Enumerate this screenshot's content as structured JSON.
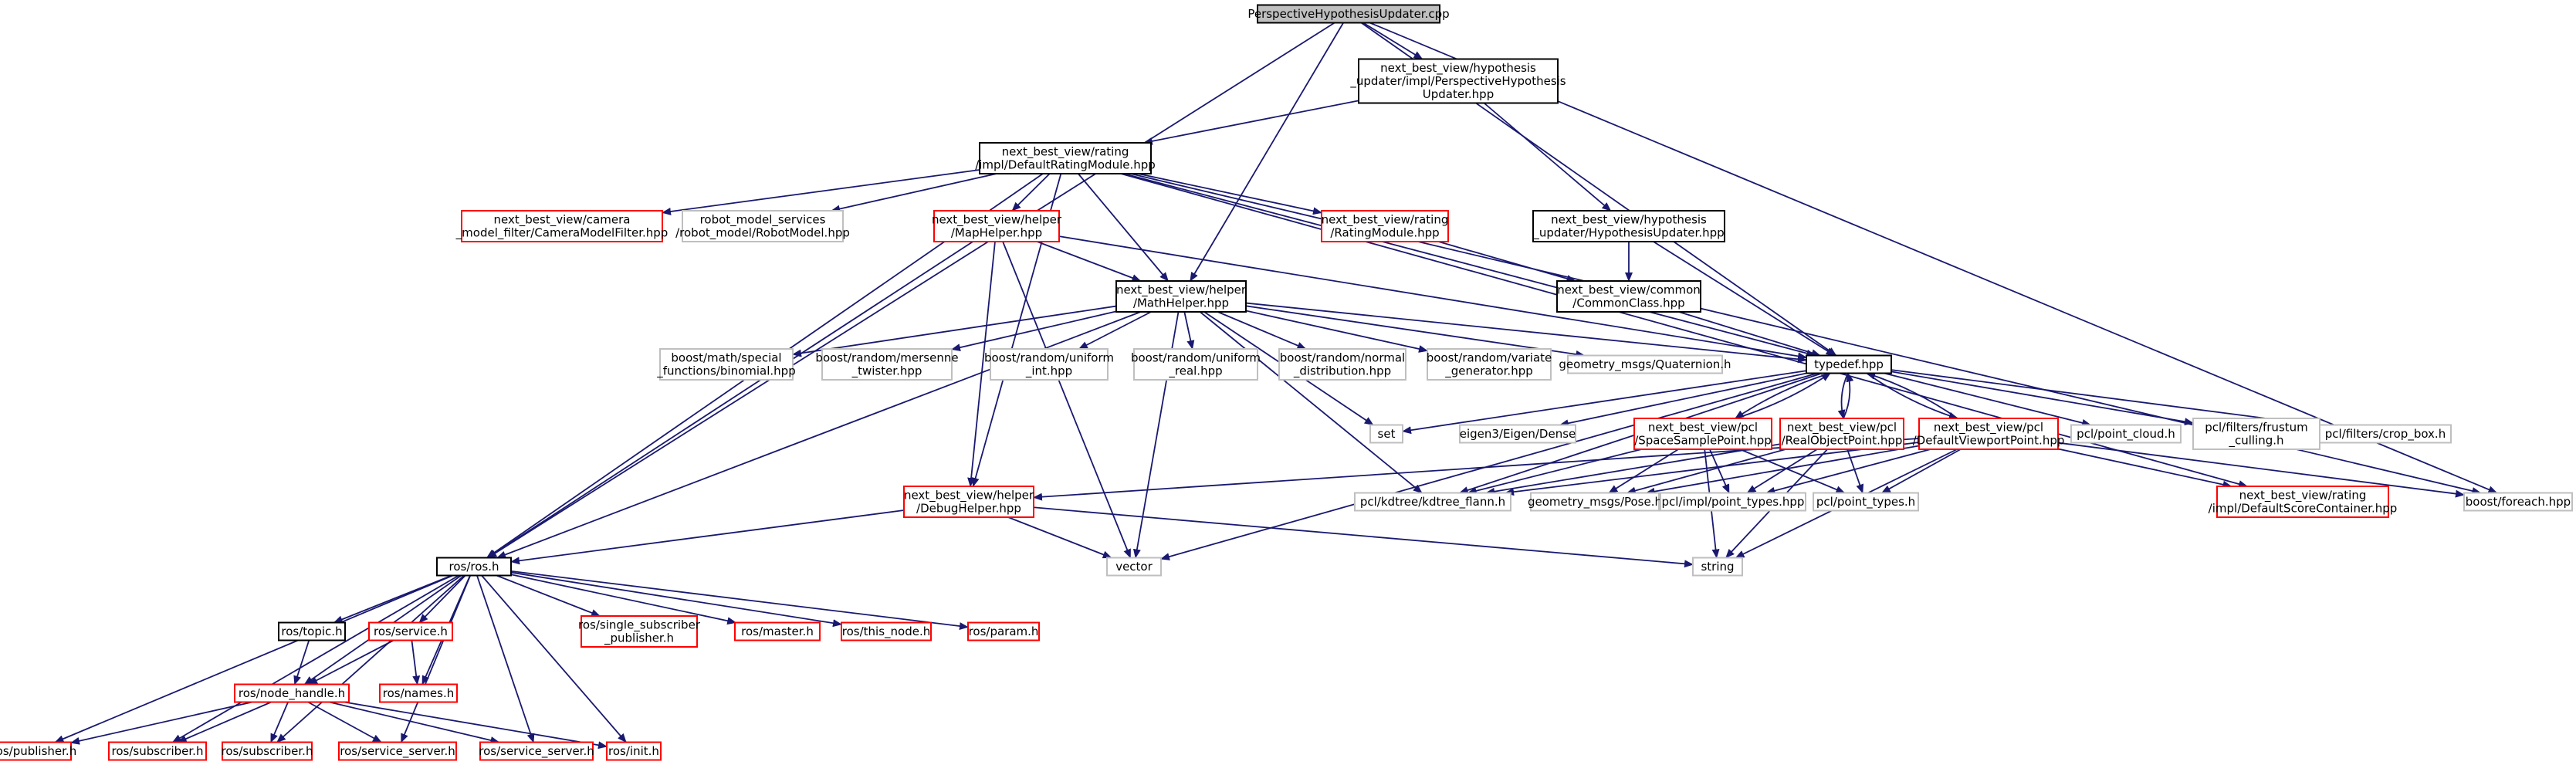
{
  "title": "PerspectiveHypothesisUpdater.cpp",
  "colors": {
    "root_fill": "#bfbfbf",
    "root_border": "#000000",
    "local_border": "#000000",
    "red_border": "#ff0000",
    "system_border": "#bfbfbf",
    "edge": "#191970",
    "text": "#000000"
  },
  "nodes": [
    {
      "id": "root",
      "kind": "root",
      "lines": [
        "PerspectiveHypothesisUpdater.cpp"
      ]
    },
    {
      "id": "phu_impl",
      "kind": "local",
      "lines": [
        "next_best_view/hypothesis",
        "_updater/impl/PerspectiveHypothesis",
        "Updater.hpp"
      ]
    },
    {
      "id": "drm_impl",
      "kind": "local",
      "lines": [
        "next_best_view/rating",
        "/impl/DefaultRatingModule.hpp"
      ]
    },
    {
      "id": "hyp_upd",
      "kind": "local",
      "lines": [
        "next_best_view/hypothesis",
        "_updater/HypothesisUpdater.hpp"
      ]
    },
    {
      "id": "cam_filter",
      "kind": "red",
      "lines": [
        "next_best_view/camera",
        "_model_filter/CameraModelFilter.hpp"
      ]
    },
    {
      "id": "robot_model",
      "kind": "system",
      "lines": [
        "robot_model_services",
        "/robot_model/RobotModel.hpp"
      ]
    },
    {
      "id": "map_helper",
      "kind": "red",
      "lines": [
        "next_best_view/helper",
        "/MapHelper.hpp"
      ]
    },
    {
      "id": "rating_module",
      "kind": "red",
      "lines": [
        "next_best_view/rating",
        "/RatingModule.hpp"
      ]
    },
    {
      "id": "common_class",
      "kind": "local",
      "lines": [
        "next_best_view/common",
        "/CommonClass.hpp"
      ]
    },
    {
      "id": "math_helper",
      "kind": "local",
      "lines": [
        "next_best_view/helper",
        "/MathHelper.hpp"
      ]
    },
    {
      "id": "typedef",
      "kind": "local",
      "lines": [
        "typedef.hpp"
      ]
    },
    {
      "id": "binomial",
      "kind": "system",
      "lines": [
        "boost/math/special",
        "_functions/binomial.hpp"
      ]
    },
    {
      "id": "mersenne",
      "kind": "system",
      "lines": [
        "boost/random/mersenne",
        "_twister.hpp"
      ]
    },
    {
      "id": "uniform_int",
      "kind": "system",
      "lines": [
        "boost/random/uniform",
        "_int.hpp"
      ]
    },
    {
      "id": "uniform_real",
      "kind": "system",
      "lines": [
        "boost/random/uniform",
        "_real.hpp"
      ]
    },
    {
      "id": "normal_dist",
      "kind": "system",
      "lines": [
        "boost/random/normal",
        "_distribution.hpp"
      ]
    },
    {
      "id": "variate_gen",
      "kind": "system",
      "lines": [
        "boost/random/variate",
        "_generator.hpp"
      ]
    },
    {
      "id": "quaternion",
      "kind": "system",
      "lines": [
        "geometry_msgs/Quaternion.h"
      ]
    },
    {
      "id": "set",
      "kind": "system",
      "lines": [
        "set"
      ]
    },
    {
      "id": "eigen",
      "kind": "system",
      "lines": [
        "eigen3/Eigen/Dense"
      ]
    },
    {
      "id": "space_sample",
      "kind": "red",
      "lines": [
        "next_best_view/pcl",
        "/SpaceSamplePoint.hpp"
      ]
    },
    {
      "id": "real_object",
      "kind": "red",
      "lines": [
        "next_best_view/pcl",
        "/RealObjectPoint.hpp"
      ]
    },
    {
      "id": "default_viewport",
      "kind": "red",
      "lines": [
        "next_best_view/pcl",
        "/DefaultViewportPoint.hpp"
      ]
    },
    {
      "id": "point_cloud",
      "kind": "system",
      "lines": [
        "pcl/point_cloud.h"
      ]
    },
    {
      "id": "frustum",
      "kind": "system",
      "lines": [
        "pcl/filters/frustum",
        "_culling.h"
      ]
    },
    {
      "id": "crop_box",
      "kind": "system",
      "lines": [
        "pcl/filters/crop_box.h"
      ]
    },
    {
      "id": "debug_helper",
      "kind": "red",
      "lines": [
        "next_best_view/helper",
        "/DebugHelper.hpp"
      ]
    },
    {
      "id": "kdtree",
      "kind": "system",
      "lines": [
        "pcl/kdtree/kdtree_flann.h"
      ]
    },
    {
      "id": "pose",
      "kind": "system",
      "lines": [
        "geometry_msgs/Pose.h"
      ]
    },
    {
      "id": "impl_point_types",
      "kind": "system",
      "lines": [
        "pcl/impl/point_types.hpp"
      ]
    },
    {
      "id": "point_types",
      "kind": "system",
      "lines": [
        "pcl/point_types.h"
      ]
    },
    {
      "id": "default_score",
      "kind": "red",
      "lines": [
        "next_best_view/rating",
        "/impl/DefaultScoreContainer.hpp"
      ]
    },
    {
      "id": "foreach",
      "kind": "system",
      "lines": [
        "boost/foreach.hpp"
      ]
    },
    {
      "id": "vector",
      "kind": "system",
      "lines": [
        "vector"
      ]
    },
    {
      "id": "string",
      "kind": "system",
      "lines": [
        "string"
      ]
    },
    {
      "id": "ros_h",
      "kind": "local",
      "lines": [
        "ros/ros.h"
      ]
    },
    {
      "id": "topic",
      "kind": "local",
      "lines": [
        "ros/topic.h"
      ]
    },
    {
      "id": "service",
      "kind": "red",
      "lines": [
        "ros/service.h"
      ]
    },
    {
      "id": "single_sub",
      "kind": "red",
      "lines": [
        "ros/single_subscriber",
        "_publisher.h"
      ]
    },
    {
      "id": "master",
      "kind": "red",
      "lines": [
        "ros/master.h"
      ]
    },
    {
      "id": "this_node",
      "kind": "red",
      "lines": [
        "ros/this_node.h"
      ]
    },
    {
      "id": "param",
      "kind": "red",
      "lines": [
        "ros/param.h"
      ]
    },
    {
      "id": "node_handle",
      "kind": "red",
      "lines": [
        "ros/node_handle.h"
      ]
    },
    {
      "id": "names",
      "kind": "red",
      "lines": [
        "ros/names.h"
      ]
    },
    {
      "id": "publisher",
      "kind": "red",
      "lines": [
        "ros/publisher.h"
      ]
    },
    {
      "id": "subscriber",
      "kind": "red",
      "lines": [
        "ros/subscriber.h"
      ]
    },
    {
      "id": "subscriber2",
      "kind": "red",
      "lines": [
        "ros/subscriber.h"
      ]
    },
    {
      "id": "service_server",
      "kind": "red",
      "lines": [
        "ros/service_server.h"
      ]
    },
    {
      "id": "service_server2",
      "kind": "red",
      "lines": [
        "ros/service_server.h"
      ]
    },
    {
      "id": "init",
      "kind": "red",
      "lines": [
        "ros/init.h"
      ]
    }
  ],
  "edges": [
    [
      "root",
      "phu_impl"
    ],
    [
      "root",
      "ros_h"
    ],
    [
      "root",
      "math_helper"
    ],
    [
      "root",
      "typedef"
    ],
    [
      "root",
      "foreach"
    ],
    [
      "phu_impl",
      "drm_impl"
    ],
    [
      "phu_impl",
      "hyp_upd"
    ],
    [
      "drm_impl",
      "cam_filter"
    ],
    [
      "drm_impl",
      "robot_model"
    ],
    [
      "drm_impl",
      "map_helper"
    ],
    [
      "drm_impl",
      "rating_module"
    ],
    [
      "drm_impl",
      "math_helper"
    ],
    [
      "drm_impl",
      "typedef"
    ],
    [
      "drm_impl",
      "ros_h"
    ],
    [
      "drm_impl",
      "debug_helper"
    ],
    [
      "drm_impl",
      "default_score"
    ],
    [
      "drm_impl",
      "foreach"
    ],
    [
      "hyp_upd",
      "common_class"
    ],
    [
      "hyp_upd",
      "typedef"
    ],
    [
      "rating_module",
      "common_class"
    ],
    [
      "common_class",
      "typedef"
    ],
    [
      "map_helper",
      "math_helper"
    ],
    [
      "map_helper",
      "typedef"
    ],
    [
      "map_helper",
      "ros_h"
    ],
    [
      "map_helper",
      "debug_helper"
    ],
    [
      "map_helper",
      "vector"
    ],
    [
      "math_helper",
      "binomial"
    ],
    [
      "math_helper",
      "mersenne"
    ],
    [
      "math_helper",
      "uniform_int"
    ],
    [
      "math_helper",
      "uniform_real"
    ],
    [
      "math_helper",
      "normal_dist"
    ],
    [
      "math_helper",
      "variate_gen"
    ],
    [
      "math_helper",
      "quaternion"
    ],
    [
      "math_helper",
      "typedef"
    ],
    [
      "math_helper",
      "set"
    ],
    [
      "math_helper",
      "kdtree"
    ],
    [
      "math_helper",
      "vector"
    ],
    [
      "math_helper",
      "ros_h"
    ],
    [
      "typedef",
      "set"
    ],
    [
      "typedef",
      "eigen"
    ],
    [
      "typedef",
      "space_sample"
    ],
    [
      "typedef",
      "real_object"
    ],
    [
      "typedef",
      "default_viewport"
    ],
    [
      "typedef",
      "point_cloud"
    ],
    [
      "typedef",
      "frustum"
    ],
    [
      "typedef",
      "crop_box"
    ],
    [
      "typedef",
      "vector"
    ],
    [
      "typedef",
      "kdtree"
    ],
    [
      "space_sample",
      "typedef"
    ],
    [
      "real_object",
      "typedef"
    ],
    [
      "default_viewport",
      "typedef"
    ],
    [
      "space_sample",
      "kdtree"
    ],
    [
      "space_sample",
      "pose"
    ],
    [
      "space_sample",
      "impl_point_types"
    ],
    [
      "space_sample",
      "point_types"
    ],
    [
      "space_sample",
      "string"
    ],
    [
      "real_object",
      "kdtree"
    ],
    [
      "real_object",
      "pose"
    ],
    [
      "real_object",
      "impl_point_types"
    ],
    [
      "real_object",
      "point_types"
    ],
    [
      "real_object",
      "string"
    ],
    [
      "default_viewport",
      "debug_helper"
    ],
    [
      "default_viewport",
      "kdtree"
    ],
    [
      "default_viewport",
      "pose"
    ],
    [
      "default_viewport",
      "impl_point_types"
    ],
    [
      "default_viewport",
      "point_types"
    ],
    [
      "default_viewport",
      "string"
    ],
    [
      "default_viewport",
      "default_score"
    ],
    [
      "default_viewport",
      "foreach"
    ],
    [
      "debug_helper",
      "ros_h"
    ],
    [
      "debug_helper",
      "vector"
    ],
    [
      "debug_helper",
      "string"
    ],
    [
      "ros_h",
      "topic"
    ],
    [
      "ros_h",
      "service"
    ],
    [
      "ros_h",
      "single_sub"
    ],
    [
      "ros_h",
      "master"
    ],
    [
      "ros_h",
      "this_node"
    ],
    [
      "ros_h",
      "param"
    ],
    [
      "ros_h",
      "node_handle"
    ],
    [
      "ros_h",
      "names"
    ],
    [
      "ros_h",
      "publisher"
    ],
    [
      "ros_h",
      "subscriber"
    ],
    [
      "ros_h",
      "subscriber2"
    ],
    [
      "ros_h",
      "service_server"
    ],
    [
      "ros_h",
      "service_server2"
    ],
    [
      "ros_h",
      "init"
    ],
    [
      "topic",
      "node_handle"
    ],
    [
      "service",
      "node_handle"
    ],
    [
      "service",
      "names"
    ],
    [
      "node_handle",
      "publisher"
    ],
    [
      "node_handle",
      "subscriber"
    ],
    [
      "node_handle",
      "subscriber2"
    ],
    [
      "node_handle",
      "service_server"
    ],
    [
      "node_handle",
      "service_server2"
    ],
    [
      "node_handle",
      "init"
    ]
  ]
}
